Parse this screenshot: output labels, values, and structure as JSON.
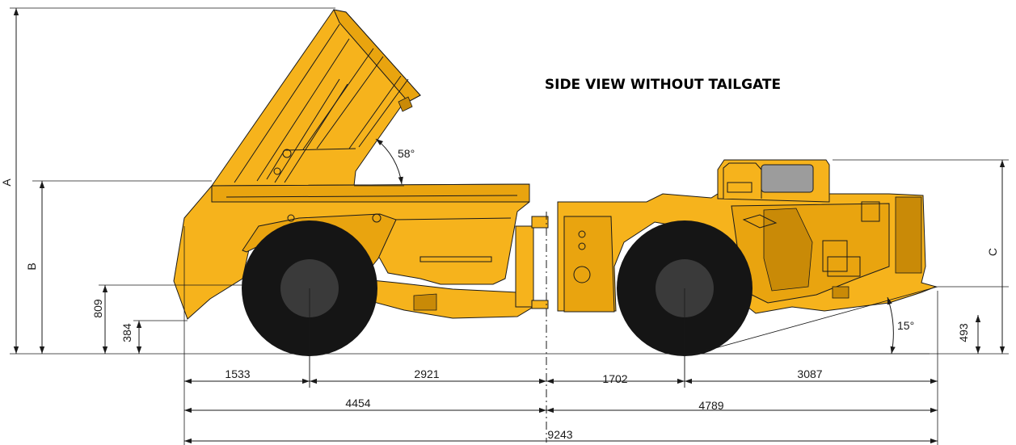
{
  "title": "SIDE VIEW WITHOUT TAILGATE",
  "angles": {
    "dump": "58°",
    "departure": "15°"
  },
  "vertical_labels": {
    "A": "A",
    "B": "B",
    "C": "C",
    "h809": "809",
    "h384": "384",
    "h493": "493"
  },
  "horizontal_dims": {
    "d1533": "1533",
    "d2921": "2921",
    "d1702": "1702",
    "d3087": "3087",
    "d4454": "4454",
    "d4789": "4789",
    "d9243": "9243"
  },
  "colors": {
    "body": "#f6b31c",
    "body_shade": "#e9a40f",
    "tire": "#151515",
    "hub": "#3a3a3a",
    "line": "#1a1a1a"
  }
}
